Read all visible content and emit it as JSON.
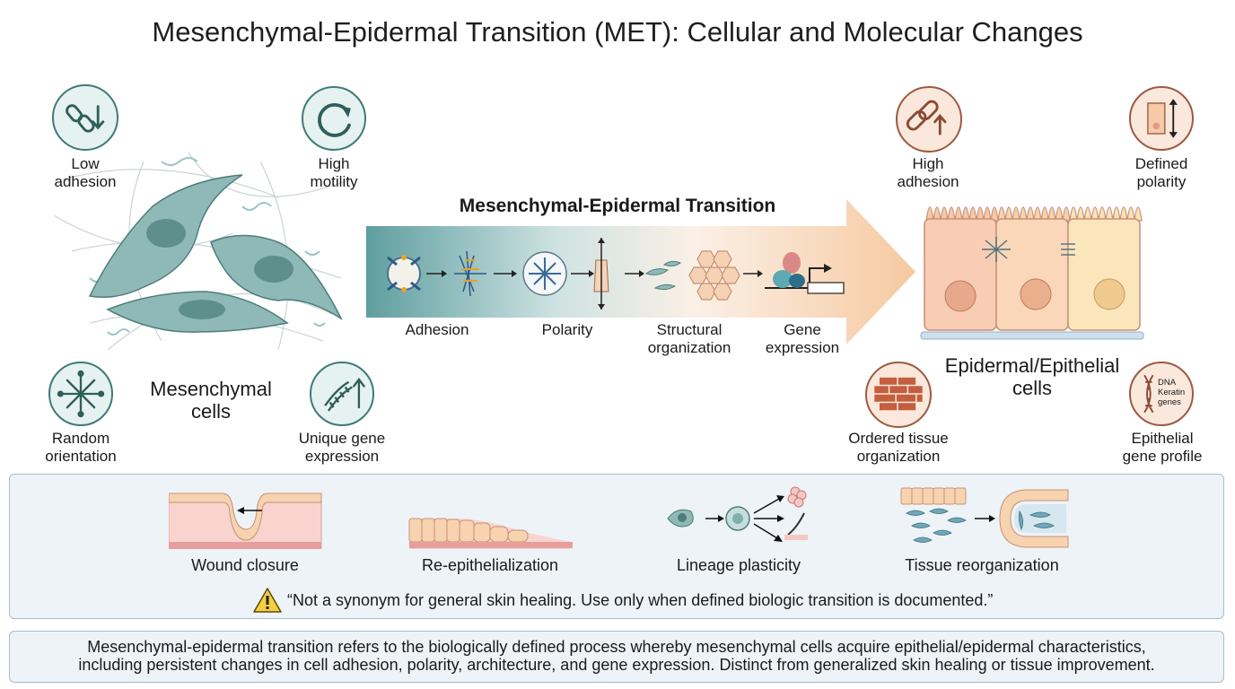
{
  "title": "Mesenchymal-Epidermal Transition (MET): Cellular and Molecular Changes",
  "mesenchymal": {
    "label": [
      "Mesenchymal",
      "cells"
    ],
    "features": [
      {
        "icon": "broken-chain-down-icon",
        "lines": [
          "Low",
          "adhesion"
        ]
      },
      {
        "icon": "circular-arrow-icon",
        "lines": [
          "High",
          "motility"
        ]
      },
      {
        "icon": "radiating-arrows-icon",
        "lines": [
          "Random",
          "orientation"
        ]
      },
      {
        "icon": "dna-up-arrow-icon",
        "lines": [
          "Unique gene",
          "expression"
        ]
      }
    ]
  },
  "transition": {
    "heading": "Mesenchymal-Epidermal Transition",
    "steps": [
      {
        "lines": [
          "Adhesion"
        ]
      },
      {
        "lines": [
          "Polarity"
        ]
      },
      {
        "lines": [
          "Structural",
          "organization"
        ]
      },
      {
        "lines": [
          "Gene",
          "expression"
        ]
      }
    ]
  },
  "epidermal": {
    "label": [
      "Epidermal/Epithelial",
      "cells"
    ],
    "features": [
      {
        "icon": "chain-up-icon",
        "lines": [
          "High",
          "adhesion"
        ]
      },
      {
        "icon": "polarity-cell-icon",
        "lines": [
          "Defined",
          "polarity"
        ]
      },
      {
        "icon": "brick-wall-icon",
        "lines": [
          "Ordered tissue",
          "organization"
        ]
      },
      {
        "icon": "dna-keratin-icon",
        "lines": [
          "Epithelial",
          "gene profile"
        ],
        "inner_text": [
          "DNA",
          "Keratin",
          "genes"
        ]
      }
    ]
  },
  "applications": [
    {
      "label": "Wound closure"
    },
    {
      "label": "Re-epithelialization"
    },
    {
      "label": "Lineage plasticity"
    },
    {
      "label": "Tissue reorganization"
    }
  ],
  "warning": "“Not a synonym for general skin healing. Use only when defined biologic transition is documented.”",
  "definition": [
    "Mesenchymal-epidermal transition refers to the biologically defined process whereby mesenchymal cells acquire epithelial/epidermal characteristics,",
    "including persistent changes in cell adhesion, polarity, architecture, and gene expression. Distinct from generalized skin healing or tissue improvement."
  ],
  "colors": {
    "teal": "#7fb0b0",
    "teal_dark": "#3f7a78",
    "peach": "#f6c9a8",
    "peach_dark": "#9c5a43",
    "panel_bg": "#eef3f8",
    "panel_border": "#a9bccf"
  }
}
